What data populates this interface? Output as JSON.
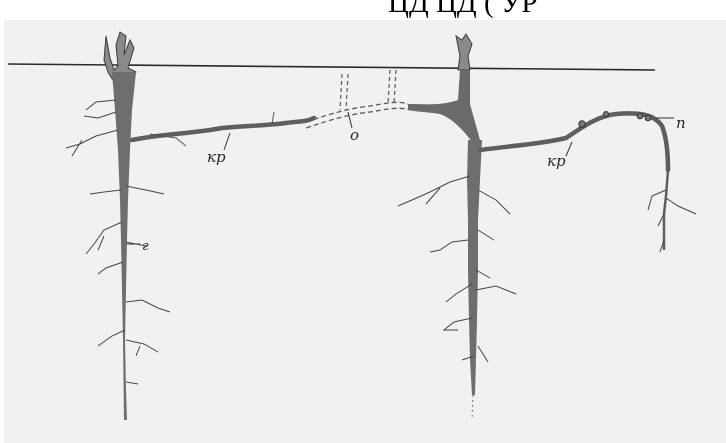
{
  "header": {
    "cropped_text": "ЦД ЦД ( УР"
  },
  "labels": {
    "kr_left": "кр",
    "kr_right": "кр",
    "o": "о",
    "p": "п",
    "g": "г"
  },
  "colors": {
    "root": "#6e6e6e",
    "line": "#2a2a2a",
    "dashed": "#5a5a5a",
    "paper": "#f1f1f0"
  }
}
